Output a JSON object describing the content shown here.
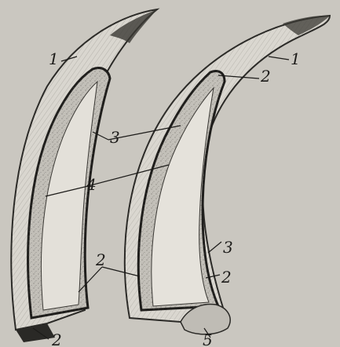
{
  "figure": {
    "labels": {
      "left_1": "1",
      "left_3": "3",
      "left_4": "4",
      "left_2_bottom": "2",
      "shared_2": "2",
      "right_1": "1",
      "right_2_top": "2",
      "right_3": "3",
      "right_2_lower": "2",
      "right_5": "5"
    }
  }
}
